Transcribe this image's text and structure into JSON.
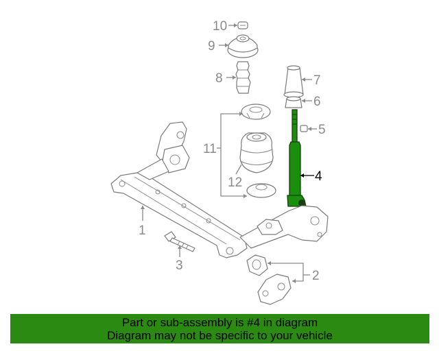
{
  "callouts": [
    {
      "id": "1",
      "text": "1",
      "highlighted": false
    },
    {
      "id": "2",
      "text": "2",
      "highlighted": false
    },
    {
      "id": "3",
      "text": "3",
      "highlighted": false
    },
    {
      "id": "4",
      "text": "4",
      "highlighted": true
    },
    {
      "id": "5",
      "text": "5",
      "highlighted": false
    },
    {
      "id": "6",
      "text": "6",
      "highlighted": false
    },
    {
      "id": "7",
      "text": "7",
      "highlighted": false
    },
    {
      "id": "8",
      "text": "8",
      "highlighted": false
    },
    {
      "id": "9",
      "text": "9",
      "highlighted": false
    },
    {
      "id": "10",
      "text": "10",
      "highlighted": false
    },
    {
      "id": "11",
      "text": "11",
      "highlighted": false
    },
    {
      "id": "12",
      "text": "12",
      "highlighted": false
    }
  ],
  "banner": {
    "line1": "Part or sub-assembly is #4 in diagram",
    "line2": "Diagram may not be specific to your vehicle"
  },
  "colors": {
    "highlight_part": "#1a8f0d",
    "banner_background": "#2a8a12",
    "callout_gray": "#8a8a8a"
  }
}
